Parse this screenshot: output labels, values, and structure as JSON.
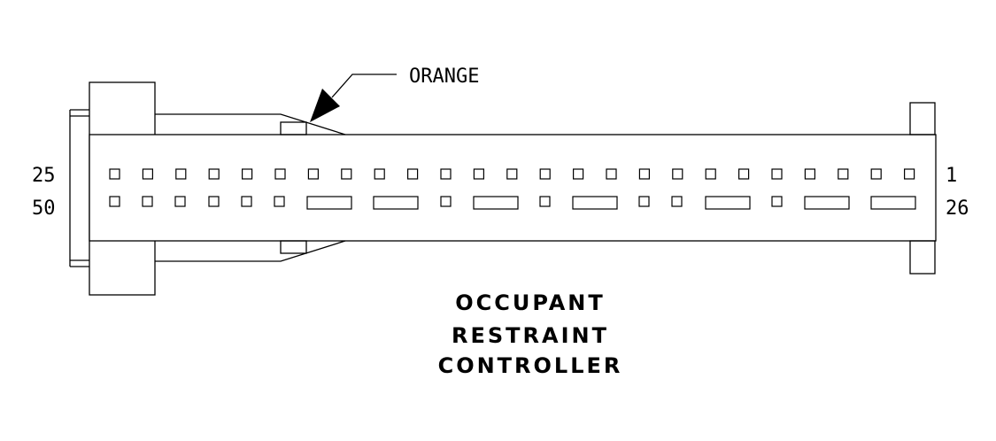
{
  "diagram": {
    "callout_label": "ORANGE",
    "pin_labels": {
      "left_top": "25",
      "left_bottom": "50",
      "right_top": "1",
      "right_bottom": "26"
    },
    "title_lines": [
      "OCCUPANT",
      "RESTRAINT",
      "CONTROLLER"
    ]
  }
}
